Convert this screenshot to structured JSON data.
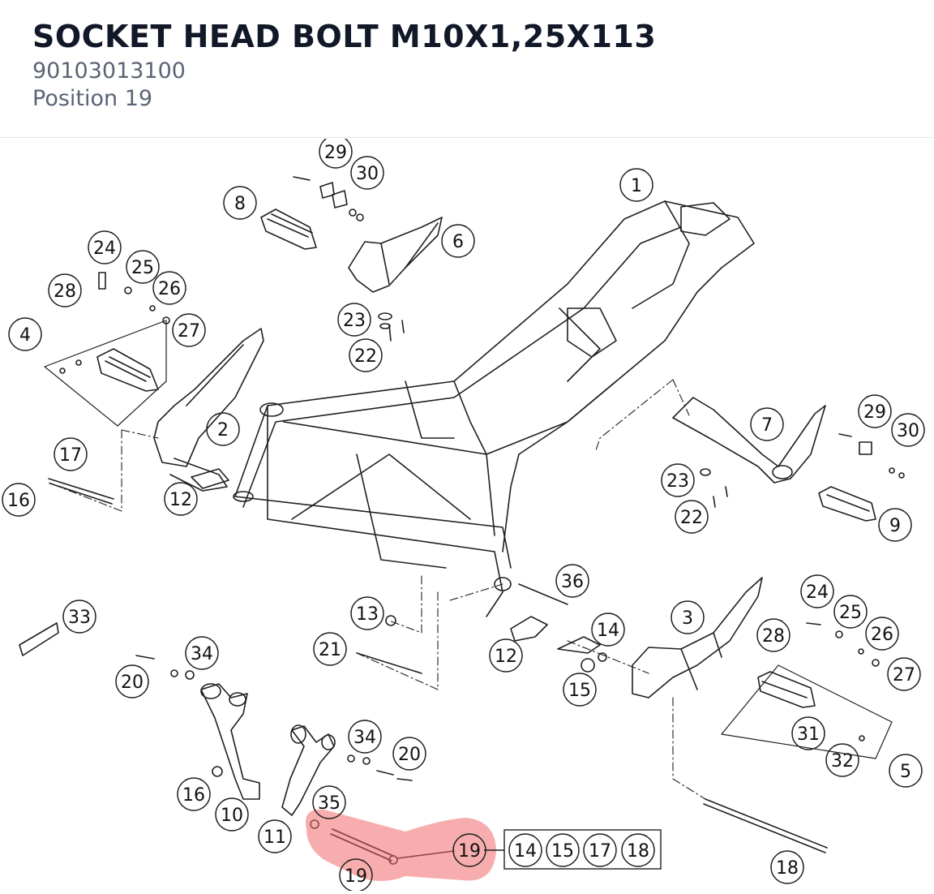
{
  "header": {
    "title": "SOCKET HEAD BOLT M10X1,25X113",
    "part_number": "90103013100",
    "position_label": "Position 19"
  },
  "diagram": {
    "highlight_color": "#f06a6a",
    "callouts": [
      "1",
      "2",
      "3",
      "4",
      "5",
      "6",
      "7",
      "8",
      "9",
      "10",
      "11",
      "12",
      "12",
      "13",
      "14",
      "14",
      "15",
      "15",
      "16",
      "16",
      "17",
      "17",
      "18",
      "18",
      "19",
      "19",
      "20",
      "20",
      "21",
      "22",
      "22",
      "23",
      "23",
      "24",
      "24",
      "25",
      "25",
      "26",
      "26",
      "27",
      "27",
      "28",
      "28",
      "29",
      "29",
      "30",
      "30",
      "31",
      "32",
      "33",
      "34",
      "34",
      "35",
      "36"
    ],
    "group_box_items": [
      "14",
      "15",
      "17",
      "18"
    ]
  }
}
